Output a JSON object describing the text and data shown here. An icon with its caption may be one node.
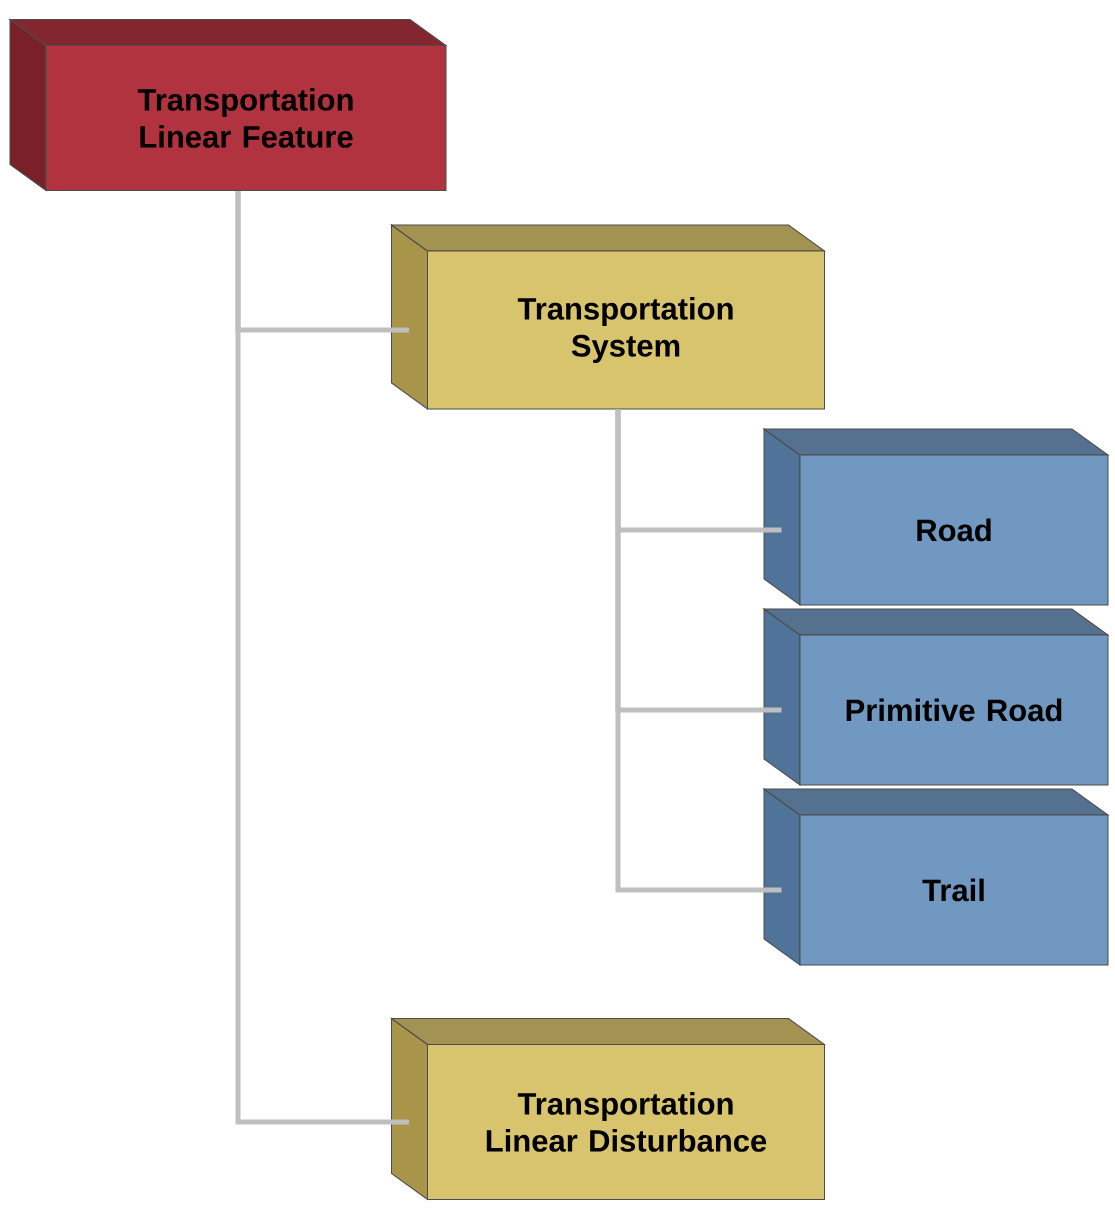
{
  "diagram": {
    "nodes": [
      {
        "text": [
          "Transportation Linear Feature"
        ]
      },
      {
        "text": [
          "Transportation System"
        ]
      },
      {
        "text": [
          "Road"
        ]
      },
      {
        "text": [
          "Primitive Road"
        ]
      },
      {
        "text": [
          "Trail"
        ]
      },
      {
        "text": [
          "Transportation Linear Disturbance"
        ]
      }
    ],
    "edges": [
      {
        "from": 0,
        "to": 1,
        "arrow": "none"
      },
      {
        "from": 0,
        "to": 5,
        "arrow": "none"
      },
      {
        "from": 1,
        "to": 2,
        "arrow": "none"
      },
      {
        "from": 1,
        "to": 3,
        "arrow": "none"
      },
      {
        "from": 1,
        "to": 4,
        "arrow": "none"
      }
    ]
  }
}
